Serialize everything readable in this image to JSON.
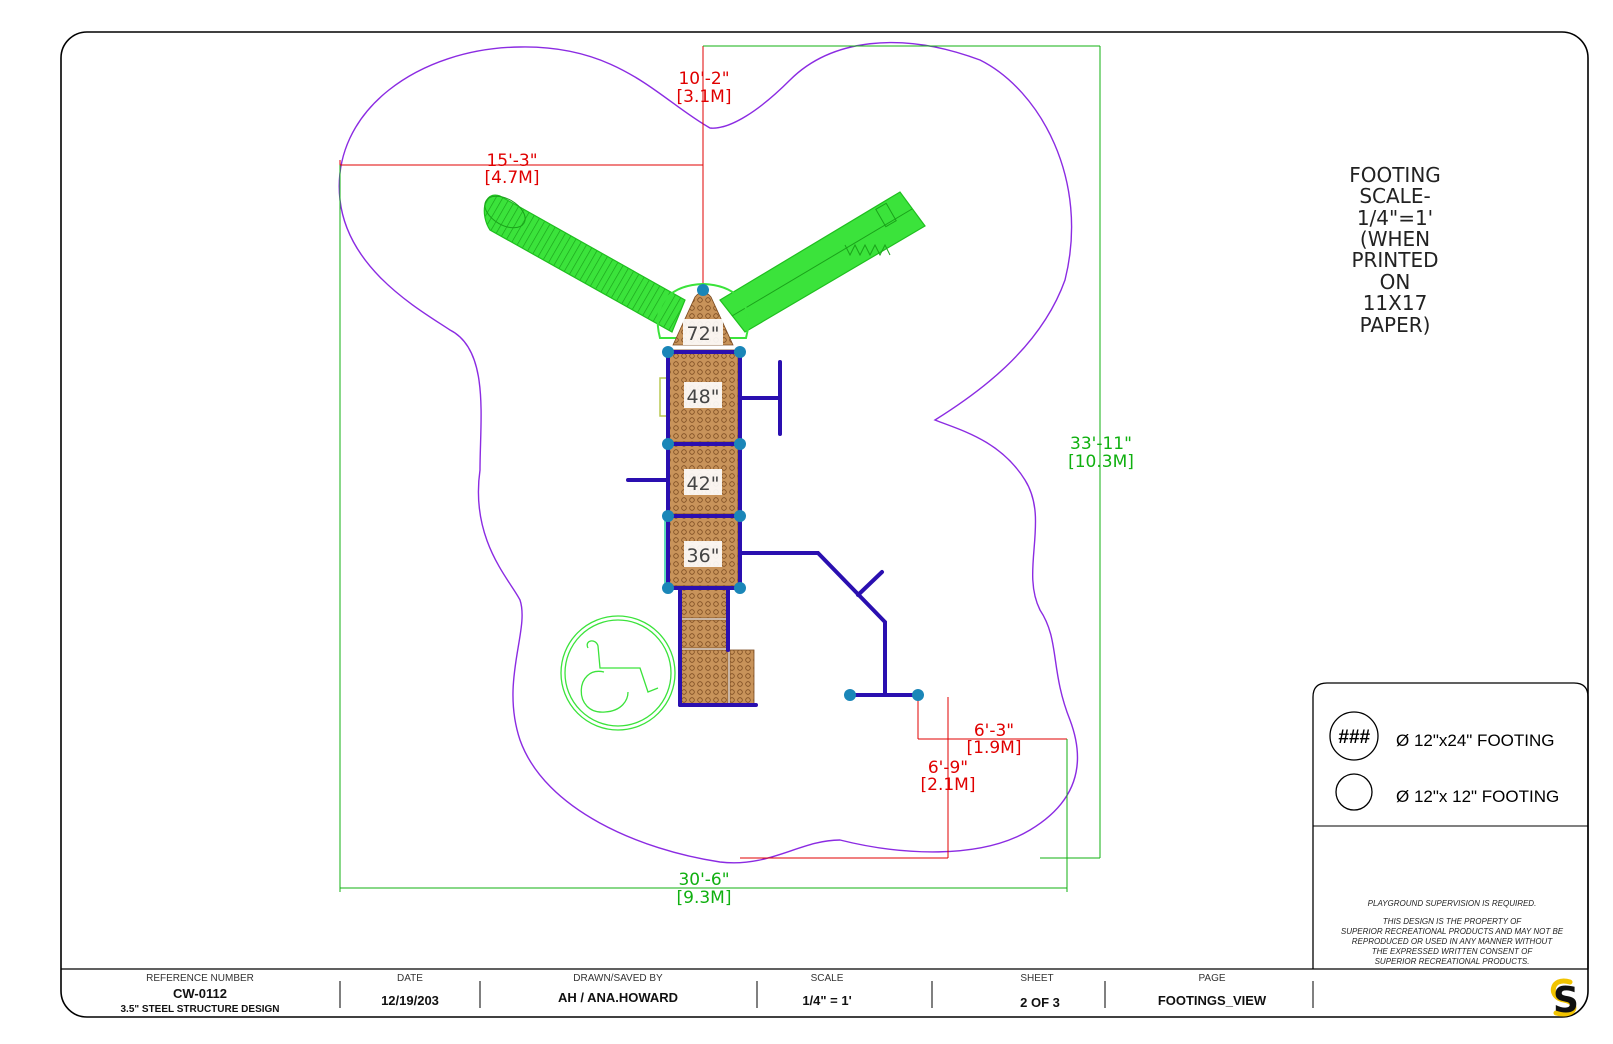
{
  "dimensions": {
    "top": {
      "ft": "10'-2\"",
      "m": "[3.1M]"
    },
    "left": {
      "ft": "15'-3\"",
      "m": "[4.7M]"
    },
    "height": {
      "ft": "33'-11\"",
      "m": "[10.3M]"
    },
    "width": {
      "ft": "30'-6\"",
      "m": "[9.3M]"
    },
    "right_offset": {
      "ft": "6'-3\"",
      "m": "[1.9M]"
    },
    "bottom_offset": {
      "ft": "6'-9\"",
      "m": "[2.1M]"
    }
  },
  "decks": [
    "72\"",
    "48\"",
    "42\"",
    "36\""
  ],
  "scale_note": [
    "FOOTING",
    "SCALE-",
    "1/4\"=1'",
    "(WHEN",
    "PRINTED",
    "ON",
    "11X17",
    "PAPER)"
  ],
  "legend": {
    "symbol": "###",
    "item1": "Ø 12\"x24\" FOOTING",
    "item2": "Ø 12\"x 12\" FOOTING"
  },
  "disclaimer": {
    "line1": "PLAYGROUND SUPERVISION IS REQUIRED.",
    "lines": [
      "THIS DESIGN IS THE PROPERTY OF",
      "SUPERIOR RECREATIONAL PRODUCTS AND MAY NOT BE",
      "REPRODUCED OR USED IN ANY MANNER WITHOUT",
      "THE EXPRESSED WRITTEN CONSENT OF",
      "SUPERIOR RECREATIONAL PRODUCTS."
    ]
  },
  "title_block": {
    "reference_label": "REFERENCE NUMBER",
    "reference_value": "CW-0112",
    "reference_sub": "3.5\" STEEL STRUCTURE DESIGN",
    "date_label": "DATE",
    "date_value": "12/19/203",
    "drawn_label": "DRAWN/SAVED BY",
    "drawn_value": "AH / ANA.HOWARD",
    "scale_label": "SCALE",
    "scale_value": "1/4\" = 1'",
    "sheet_label": "SHEET",
    "sheet_value": "2 OF 3",
    "page_label": "PAGE",
    "page_value": "FOOTINGS_VIEW"
  },
  "logo": {
    "letter": "S"
  },
  "colors": {
    "border": "#000000",
    "boundary": "#8b2be2",
    "equipment": "#22ee22",
    "posts": "#2a0fb0",
    "footing": "#1a86b8",
    "deck": "#c8935a",
    "dim_red": "#e00000",
    "dim_green": "#10b010",
    "logo_yellow": "#f2c400"
  }
}
